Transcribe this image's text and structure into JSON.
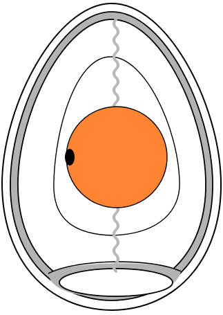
{
  "diagram": {
    "colors": {
      "background": "#ffffff",
      "outline": "#000000",
      "membrane": "#b3b3b3",
      "yolk": "#ff8533",
      "germinal_disc": "#000000",
      "chalaza": "#b8b8b8",
      "interior": "#ffffff"
    },
    "parts": [
      "outer-shell",
      "shell-membrane-band",
      "inner-membrane",
      "air-cell",
      "albumen",
      "yolk",
      "germinal-disc",
      "chalaza-top",
      "chalaza-bottom"
    ]
  }
}
